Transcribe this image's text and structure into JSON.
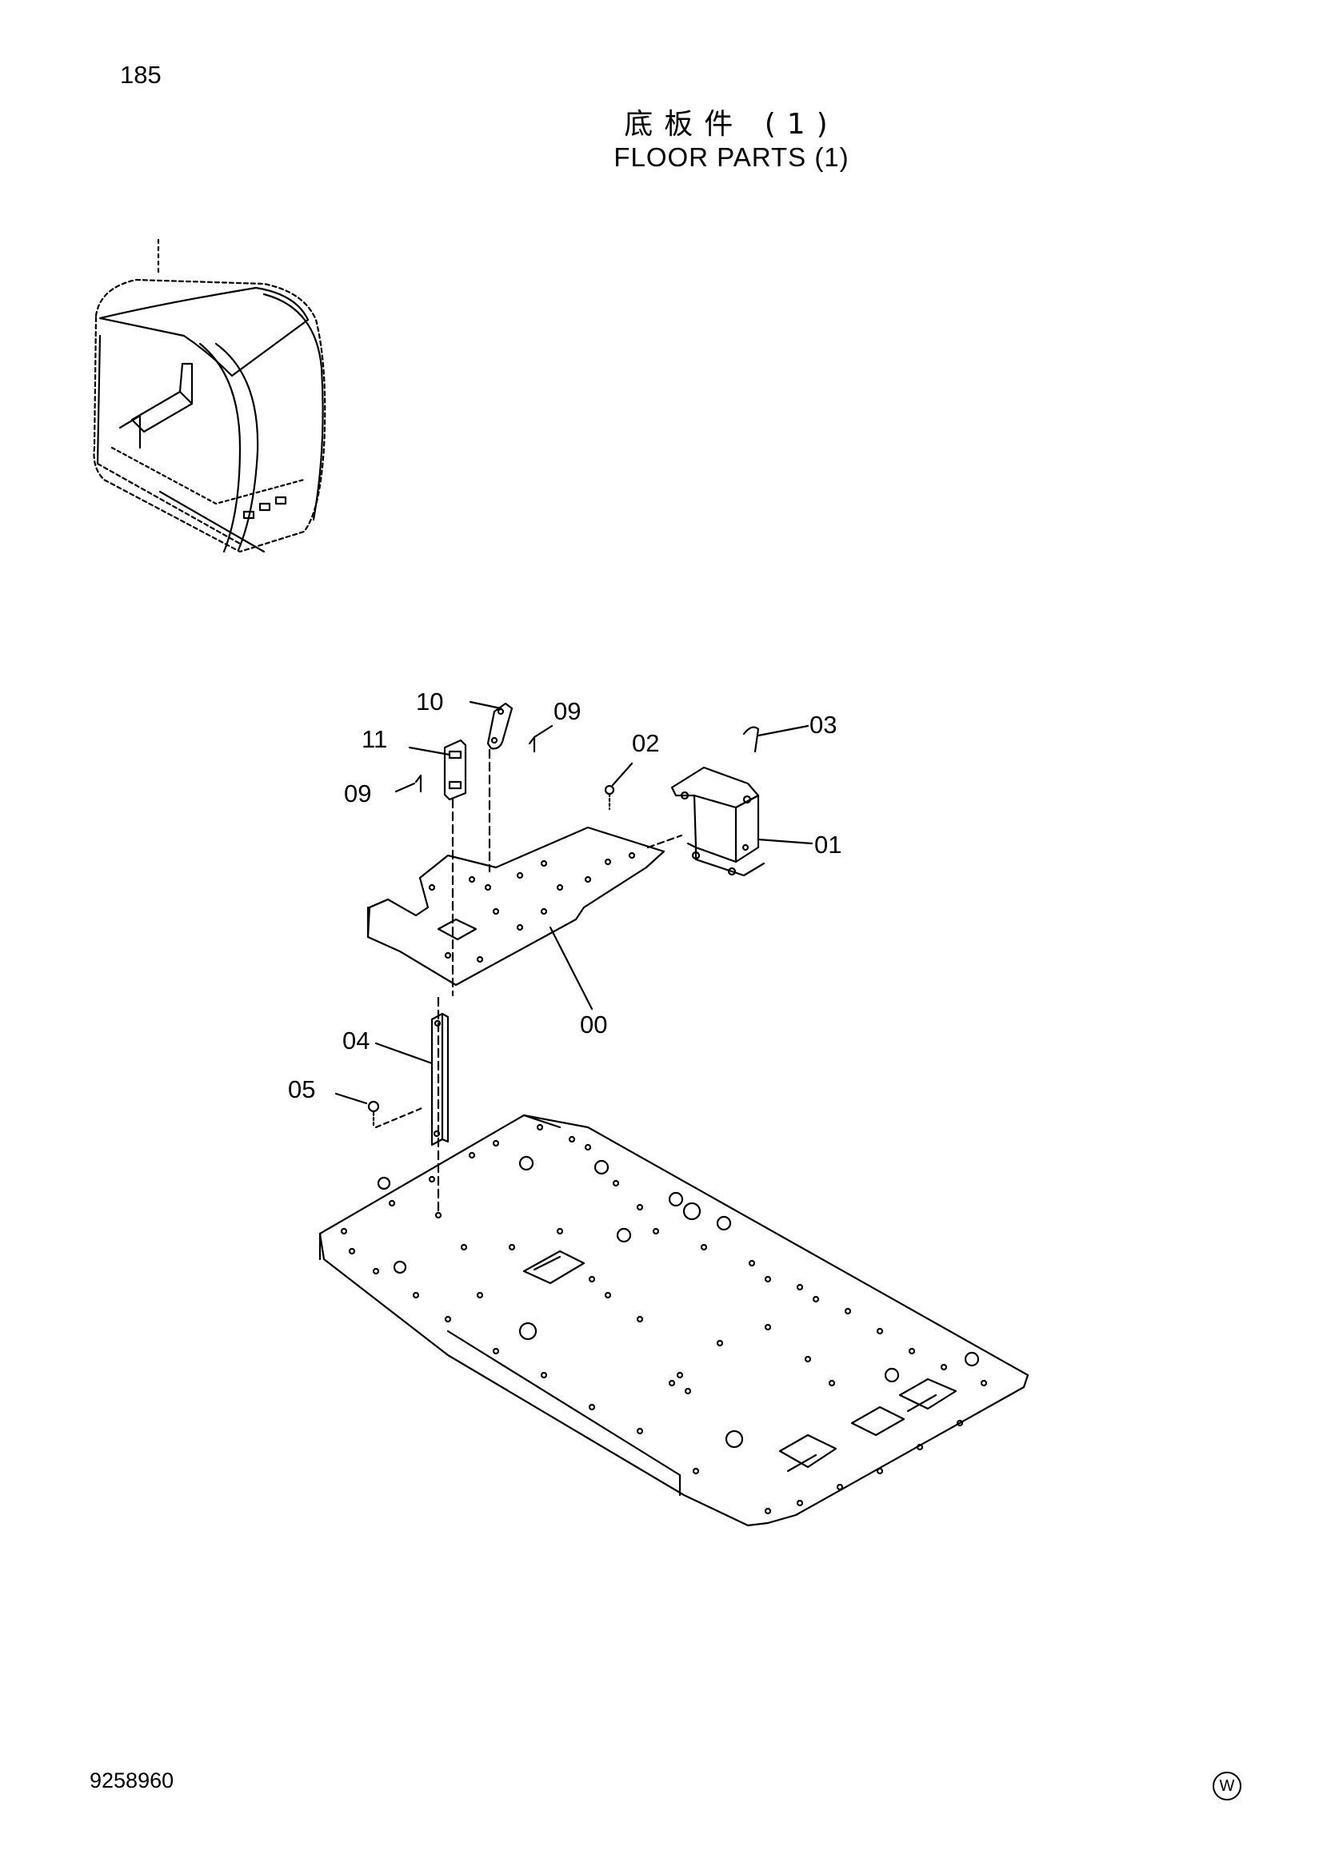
{
  "page": {
    "number": "185",
    "title_cn": "底板件 (1)",
    "title_en": "FLOOR PARTS (1)",
    "doc_code": "9258960",
    "mark": "W"
  },
  "callouts": {
    "c00": "00",
    "c01": "01",
    "c02": "02",
    "c03": "03",
    "c04": "04",
    "c05": "05",
    "c09a": "09",
    "c09b": "09",
    "c10": "10",
    "c11": "11"
  }
}
